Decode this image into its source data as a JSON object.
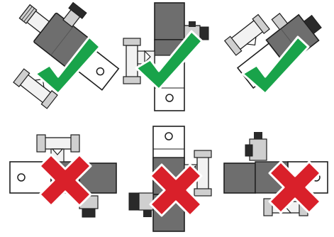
{
  "colors": {
    "background": "#ffffff",
    "body_gray": "#6e6e6e",
    "body_gray_dark": "#505050",
    "block_white": "#ffffff",
    "outline": "#1e1e1e",
    "fitting_light": "#f2f2f2",
    "fitting_mid": "#cfcfcf",
    "fitting_dark": "#2a2a2a",
    "check_fill": "#19a34a",
    "cross_fill": "#d9202a",
    "mark_outline": "#ffffff"
  },
  "panels": [
    {
      "id": "top-left",
      "orientation": "diagonal-right",
      "status": "correct",
      "mark_icon": "checkmark-icon"
    },
    {
      "id": "top-center",
      "orientation": "vertical-actuator-up",
      "status": "correct",
      "mark_icon": "checkmark-icon"
    },
    {
      "id": "top-right",
      "orientation": "diagonal-left",
      "status": "correct",
      "mark_icon": "checkmark-icon"
    },
    {
      "id": "bottom-left",
      "orientation": "horizontal-actuator-right",
      "status": "incorrect",
      "mark_icon": "cross-icon"
    },
    {
      "id": "bottom-center",
      "orientation": "vertical-actuator-down",
      "status": "incorrect",
      "mark_icon": "cross-icon"
    },
    {
      "id": "bottom-right",
      "orientation": "horizontal-actuator-left",
      "status": "incorrect",
      "mark_icon": "cross-icon"
    }
  ]
}
